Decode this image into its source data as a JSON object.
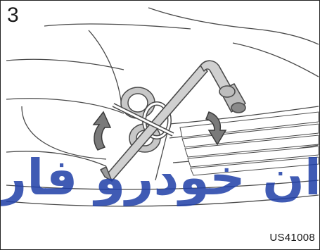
{
  "step_number": "3",
  "figure_code": "US41008",
  "illustration": {
    "subject": "lug wrench inserted through hook, turning with rotation arrows",
    "arrows": [
      "counterclockwise-up",
      "clockwise-down"
    ]
  },
  "watermark": {
    "text": "ایران خودرو فارس",
    "color": "#1f3fa8"
  },
  "colors": {
    "line": "#4a4a4a",
    "fill_gray": "#bdbdbd",
    "arrow_fill": "#7a7a7a"
  }
}
